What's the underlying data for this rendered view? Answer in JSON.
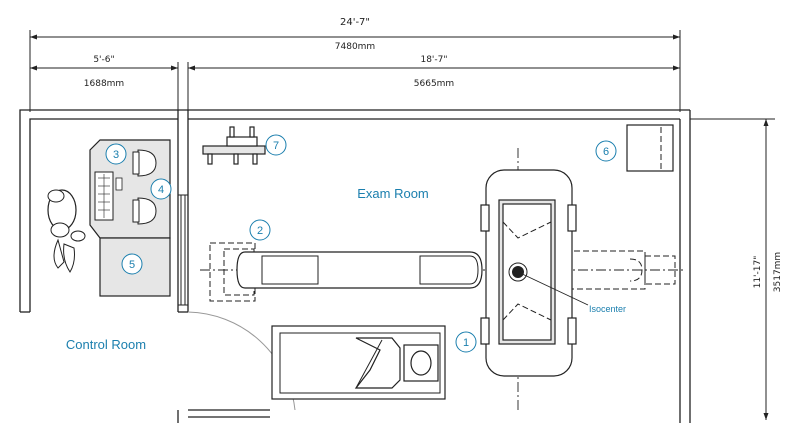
{
  "dimensions": {
    "total_imperial": "24'-7\"",
    "total_metric": "7480mm",
    "control_imperial": "5'-6\"",
    "control_metric": "1688mm",
    "exam_imperial": "18'-7\"",
    "exam_metric": "5665mm",
    "depth_imperial": "11'-17\"",
    "depth_metric": "3517mm"
  },
  "rooms": {
    "exam": "Exam Room",
    "control": "Control Room"
  },
  "isocenter_label": "Isocenter",
  "markers": [
    "1",
    "2",
    "3",
    "4",
    "5",
    "6",
    "7"
  ],
  "colors": {
    "accent": "#1b7fae",
    "line": "#222222",
    "equipment_fill": "#e6e6e6"
  }
}
